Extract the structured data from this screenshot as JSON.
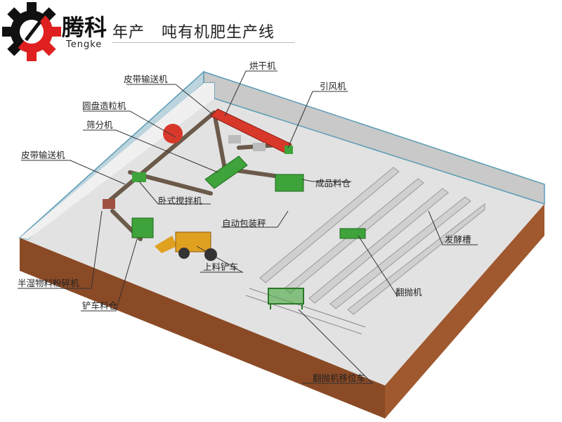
{
  "header": {
    "title_part1": "年产",
    "title_part2": "吨有机肥生产线",
    "logo_cn": "腾科",
    "logo_en": "Tengke"
  },
  "labels": {
    "belt_conveyor_top": "皮带输送机",
    "dryer": "烘干机",
    "induced_fan": "引风机",
    "disc_granulator": "圆盘造粒机",
    "screening_machine": "筛分机",
    "belt_conveyor_left": "皮带输送机",
    "product_bin": "成品料仓",
    "horizontal_mixer": "卧式搅拌机",
    "auto_packing_scale": "自动包装秤",
    "fermentation_tank": "发酵槽",
    "loader": "上料铲车",
    "semi_wet_crusher": "半湿物料粉碎机",
    "turner": "翻抛机",
    "forklift_bin": "铲车料仓",
    "turner_shift_car": "翻抛机移位车"
  },
  "colors": {
    "floor": "#e4e4e4",
    "wall": "#cfcfcf",
    "wall_edge": "#5a9bb5",
    "base": "#8a4a26",
    "machine_green": "#3ea33a",
    "dryer_red": "#d8382a",
    "loader_yellow": "#e0a020",
    "conveyor": "#6b5a4a"
  }
}
